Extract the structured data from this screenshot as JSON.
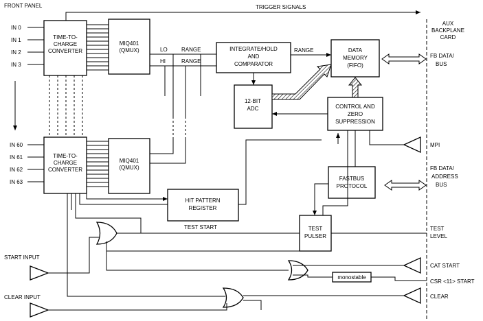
{
  "labels": {
    "front_panel": "FRONT PANEL",
    "trigger_signals": "TRIGGER SIGNALS",
    "aux_backplane_card": [
      "AUX",
      "BACKPLANE",
      "CARD"
    ],
    "inputs_top": [
      "IN 0",
      "IN 1",
      "IN 2",
      "IN 3"
    ],
    "inputs_bottom": [
      "IN 60",
      "IN 61",
      "IN 62",
      "IN 63"
    ],
    "tdc_top": [
      "TIME-TO-",
      "CHARGE",
      "CONVERTER"
    ],
    "tdc_bottom": [
      "TIME-TO-",
      "CHARGE",
      "CONVERTER"
    ],
    "miq_top": [
      "MIQ401",
      "(QMUX)"
    ],
    "miq_bottom": [
      "MIQ401",
      "(QMUX)"
    ],
    "lo": "LO",
    "hi": "HI",
    "range_lo": "RANGE",
    "range_hi": "RANGE",
    "range_out": "RANGE",
    "integrate": [
      "INTEGRATE/HOLD",
      "AND",
      "COMPARATOR"
    ],
    "data_memory": [
      "DATA",
      "MEMORY",
      "(FIFO)"
    ],
    "fb_data_bus": [
      "FB DATA/",
      "BUS"
    ],
    "adc": [
      "12-BIT",
      "ADC"
    ],
    "control_zero": [
      "CONTROL AND",
      "ZERO",
      "SUPPRESSION"
    ],
    "mpi": "MPI",
    "fastbus_protocol": [
      "FASTBUS",
      "PROTOCOL"
    ],
    "fb_data_address_bus": [
      "FB DATA/",
      "ADDRESS",
      "BUS"
    ],
    "hit_pattern": [
      "HIT PATTERN",
      "REGISTER"
    ],
    "test_start": "TEST START",
    "test_pulser": [
      "TEST",
      "PULSER"
    ],
    "test_level": [
      "TEST",
      "LEVEL"
    ],
    "start_input": "START INPUT",
    "clear_input": "CLEAR INPUT",
    "cat_start": "CAT START",
    "monostable": "monostable",
    "csr_start": "CSR <11> START",
    "clear": "CLEAR"
  }
}
